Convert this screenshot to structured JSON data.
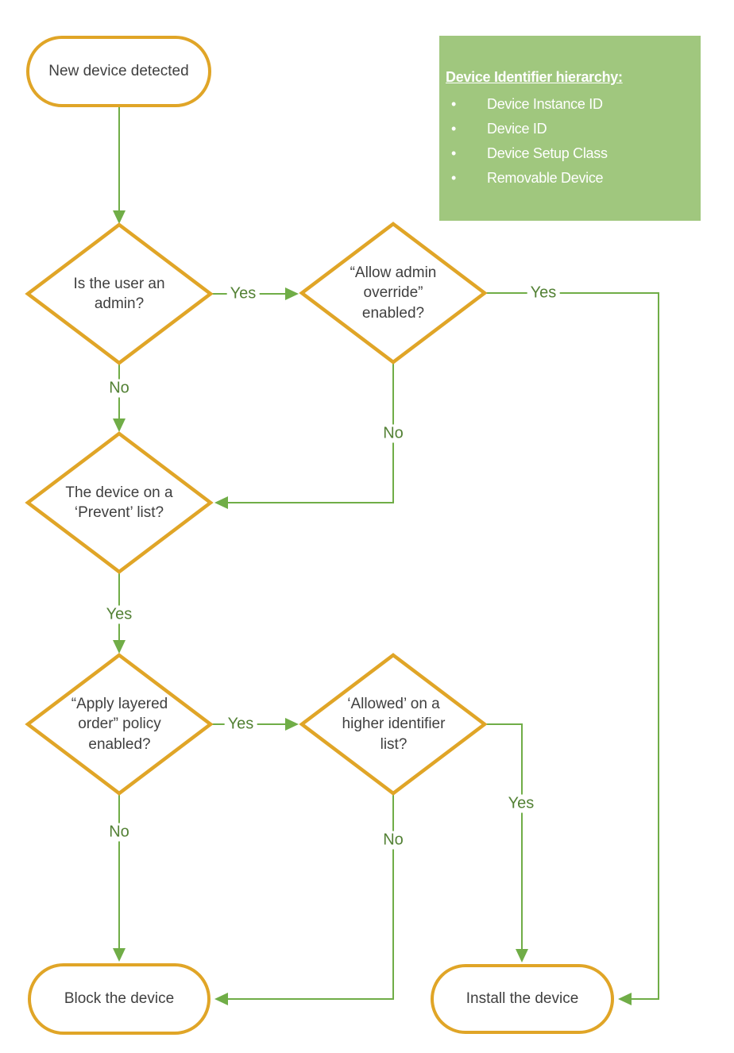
{
  "colors": {
    "shape_border_orange": "#E0A527",
    "connector_green": "#70AD47",
    "edge_label_green": "#538135",
    "node_text_gray": "#404040",
    "info_box_background": "#A0C77E",
    "info_box_text": "#FFFFFF"
  },
  "nodes": {
    "start": {
      "type": "terminal",
      "label": "New device detected"
    },
    "is_admin": {
      "type": "decision",
      "label": "Is the user an admin?"
    },
    "allow_override": {
      "type": "decision",
      "label": "“Allow admin override” enabled?"
    },
    "prevent_list": {
      "type": "decision",
      "label": "The device on a ‘Prevent’ list?"
    },
    "layered_order": {
      "type": "decision",
      "label": "“Apply layered order” policy enabled?"
    },
    "allowed_higher": {
      "type": "decision",
      "label": "‘Allowed’ on a higher identifier list?"
    },
    "block": {
      "type": "terminal",
      "label": "Block the device"
    },
    "install": {
      "type": "terminal",
      "label": "Install the device"
    }
  },
  "edges": [
    {
      "from": "start",
      "to": "is_admin",
      "label": ""
    },
    {
      "from": "is_admin",
      "to": "allow_override",
      "label": "Yes"
    },
    {
      "from": "is_admin",
      "to": "prevent_list",
      "label": "No"
    },
    {
      "from": "allow_override",
      "to": "install",
      "label": "Yes"
    },
    {
      "from": "allow_override",
      "to": "prevent_list",
      "label": "No"
    },
    {
      "from": "prevent_list",
      "to": "layered_order",
      "label": "Yes"
    },
    {
      "from": "layered_order",
      "to": "allowed_higher",
      "label": "Yes"
    },
    {
      "from": "layered_order",
      "to": "block",
      "label": "No"
    },
    {
      "from": "allowed_higher",
      "to": "install",
      "label": "Yes"
    },
    {
      "from": "allowed_higher",
      "to": "block",
      "label": "No"
    }
  ],
  "info_box": {
    "title": "Device Identifier hierarchy:",
    "bullet_glyph": "•",
    "items": [
      "Device Instance ID",
      "Device ID",
      "Device Setup Class",
      "Removable Device"
    ]
  }
}
